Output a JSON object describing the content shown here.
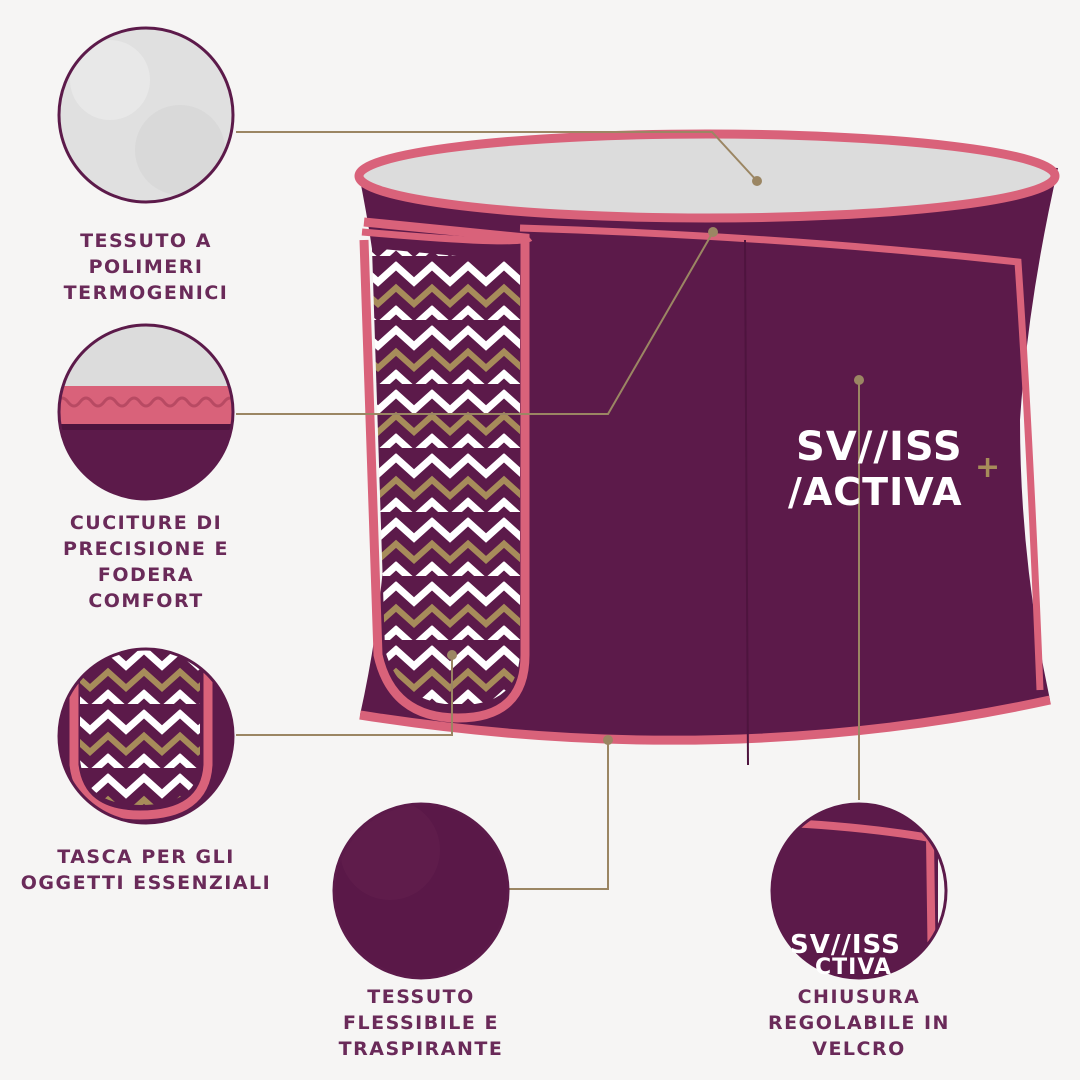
{
  "product": {
    "brand_line1": "SV//ISS",
    "brand_line2": "/ACTIVA",
    "brand_plus": "+"
  },
  "callouts": [
    {
      "id": "thermogenic",
      "label": "TESSUTO A\nPOLIMERI\nTERMOGENICI"
    },
    {
      "id": "stitching",
      "label": "CUCITURE DI\nPRECISIONE E\nFODERA\nCOMFORT"
    },
    {
      "id": "pocket",
      "label": "TASCA PER GLI\nOGGETTI ESSENZIALI"
    },
    {
      "id": "flexible",
      "label": "TESSUTO\nFLESSIBILE E\nTRASPIRANTE"
    },
    {
      "id": "velcro",
      "label": "CHIUSURA\nREGOLABILE IN\nVELCRO"
    }
  ],
  "detail_logo": {
    "line1": "SV//ISS",
    "line2": "CTIVA"
  },
  "colors": {
    "background": "#f6f5f4",
    "fabric": "#5c1a4a",
    "trim": "#d9627a",
    "lining": "#dcdcdc",
    "gold": "#a78c5a",
    "label": "#6a2a59",
    "leader": "#9b8663"
  }
}
